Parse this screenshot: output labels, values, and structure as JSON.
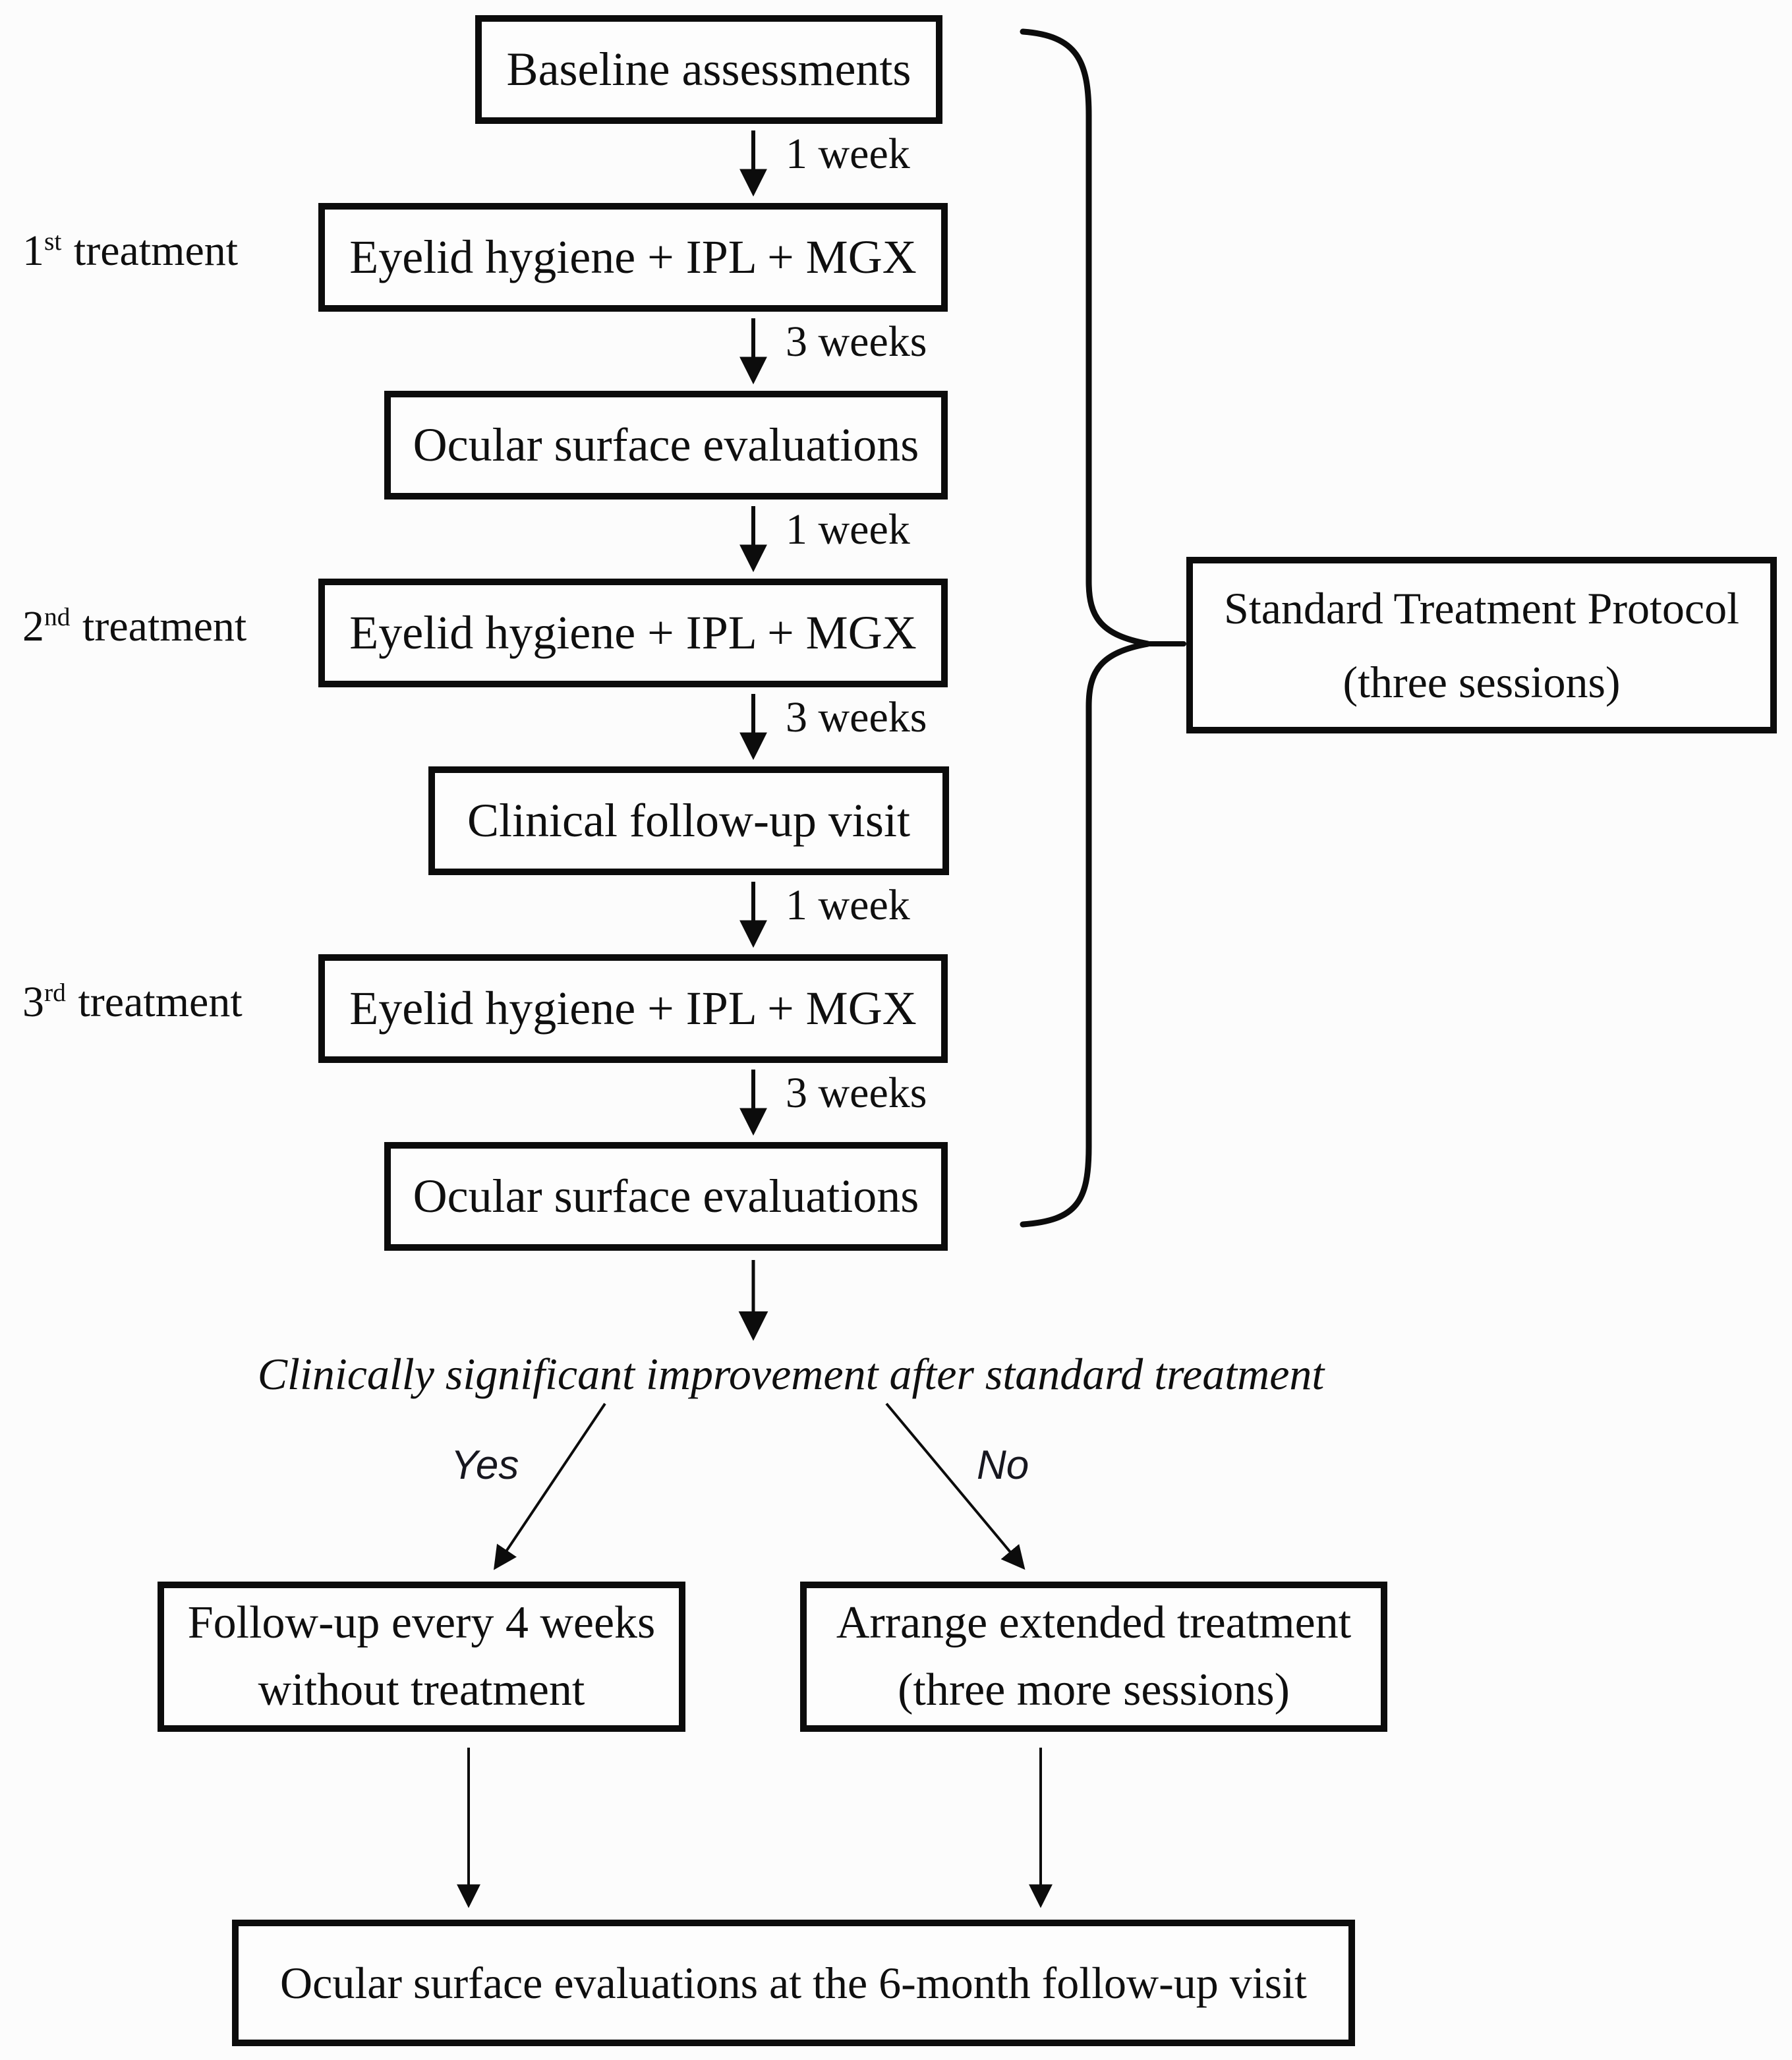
{
  "diagram": {
    "title_hint": "Treatment protocol flowchart",
    "steps": [
      {
        "label": "Baseline assessments"
      },
      {
        "label": "Eyelid hygiene + IPL + MGX"
      },
      {
        "label": "Ocular surface evaluations"
      },
      {
        "label": "Eyelid hygiene + IPL + MGX"
      },
      {
        "label": "Clinical follow-up visit"
      },
      {
        "label": "Eyelid hygiene + IPL + MGX"
      },
      {
        "label": "Ocular surface evaluations"
      }
    ],
    "intervals": [
      "1 week",
      "3 weeks",
      "1 week",
      "3 weeks",
      "1 week",
      "3 weeks"
    ],
    "treatment_labels": [
      {
        "number": "1",
        "ordinal": "st",
        "word": "treatment"
      },
      {
        "number": "2",
        "ordinal": "nd",
        "word": "treatment"
      },
      {
        "number": "3",
        "ordinal": "rd",
        "word": "treatment"
      }
    ],
    "protocol": {
      "line1": "Standard Treatment Protocol",
      "line2": "(three sessions)"
    },
    "decision": {
      "question": "Clinically significant improvement after standard treatment",
      "yes_label": "Yes",
      "no_label": "No"
    },
    "yes_outcome": {
      "line1": "Follow-up every 4 weeks",
      "line2": "without treatment"
    },
    "no_outcome": {
      "line1": "Arrange extended treatment",
      "line2": "(three more sessions)"
    },
    "final": {
      "label": "Ocular surface evaluations at the 6-month follow-up visit"
    },
    "colors": {
      "ink": "#0f0f0f",
      "background": "#fcfcfc"
    }
  }
}
